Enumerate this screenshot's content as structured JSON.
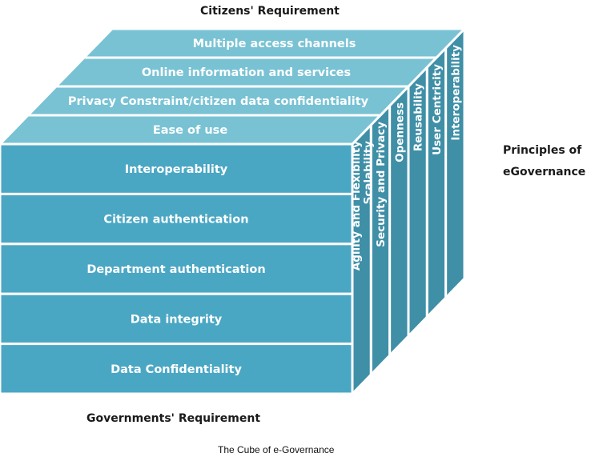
{
  "top_label": "Citizens' Requirement",
  "bottom_label": "Governments' Requirement",
  "principles_label": [
    "Principles of",
    "eGovernance"
  ],
  "caption": "The Cube of e-Governance",
  "top_layers": [
    "Multiple access channels",
    "Online information and services",
    "Privacy Constraint/citizen data confidentiality",
    "Ease of use"
  ],
  "front_layers": [
    "Interoperability",
    "Citizen authentication",
    "Department authentication",
    "Data integrity",
    "Data Confidentiality"
  ],
  "side_layers": [
    [
      "Agility and Flexibility",
      "Scalability"
    ],
    [
      "Security and Privacy"
    ],
    [
      "Openness"
    ],
    [
      "Reusability"
    ],
    [
      "User Centricity"
    ],
    [
      "Interoperability"
    ]
  ],
  "colors": {
    "front": "#4aa7c4",
    "top": "#78c2d4",
    "side": "#3f8fa7",
    "edge": "#ffffff"
  }
}
